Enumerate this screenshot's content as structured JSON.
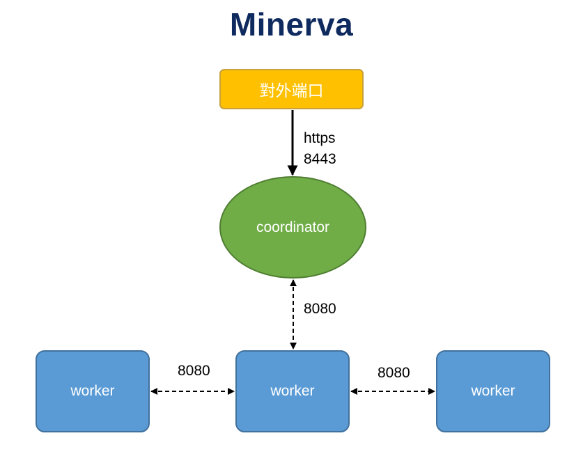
{
  "title": "Minerva",
  "nodes": {
    "external_port": "對外端口",
    "coordinator": "coordinator",
    "worker_left": "worker",
    "worker_center": "worker",
    "worker_right": "worker"
  },
  "edges": {
    "port_to_coordinator": {
      "protocol": "https",
      "port": "8443"
    },
    "coordinator_to_worker": "8080",
    "left_to_center": "8080",
    "center_to_right": "8080"
  },
  "colors": {
    "title": "#0e2a5e",
    "external_port_fill": "#ffc000",
    "coordinator_fill": "#70ad47",
    "worker_fill": "#5b9bd5"
  }
}
